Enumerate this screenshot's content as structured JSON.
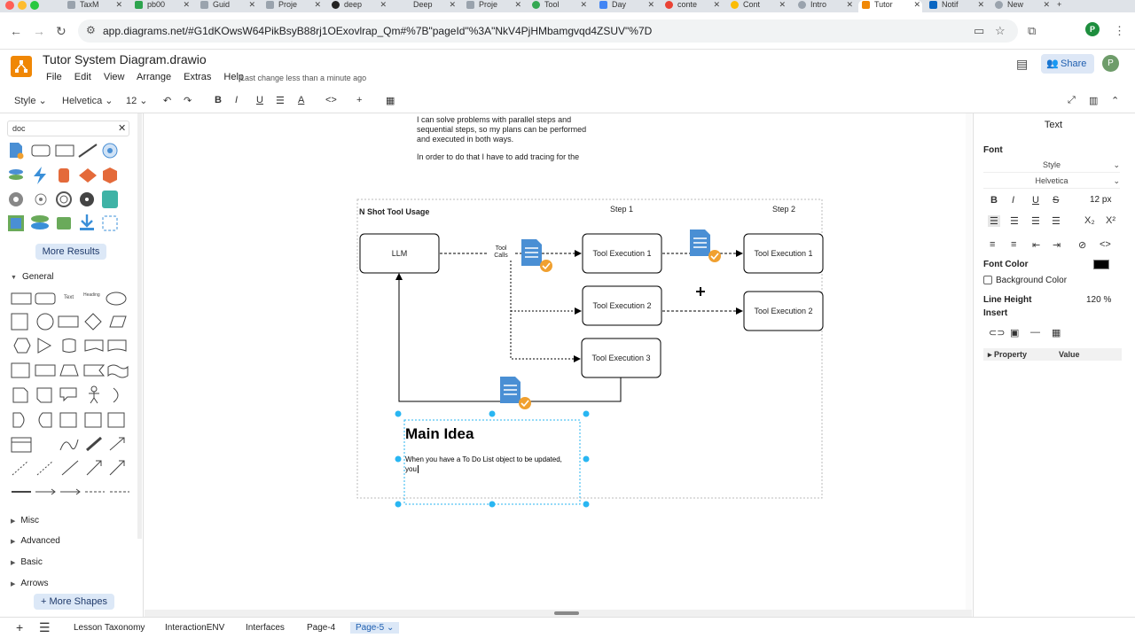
{
  "browser": {
    "tabs": [
      "TaxM",
      "pb00",
      "Guid",
      "Proje",
      "deep",
      "Deep",
      "Proje",
      "Tool",
      "Day",
      "conte",
      "Cont",
      "Intro",
      "Tutor",
      "Notif",
      "New"
    ],
    "url": "app.diagrams.net/#G1dKOwsW64PikBsyB88rj1OExovlrap_Qm#%7B\"pageId\"%3A\"NkV4PjHMbamgvqd4ZSUV\"%7D",
    "profile_initial": "P"
  },
  "app": {
    "title": "Tutor System Diagram.drawio",
    "menus": [
      "File",
      "Edit",
      "View",
      "Arrange",
      "Extras",
      "Help"
    ],
    "last_change": "Last change less than a minute ago",
    "share_label": "Share",
    "avatar_initial": "P"
  },
  "toolbar": {
    "style": "Style",
    "font": "Helvetica",
    "size": "12",
    "bold": "B",
    "italic": "I",
    "underline": "U",
    "fontcolor": "A",
    "code": "<>",
    "plus": "+"
  },
  "sidebar": {
    "search_value": "doc",
    "more_results": "More Results",
    "general": "General",
    "text_shape": "Text",
    "heading_shape": "Heading",
    "sections": [
      "Misc",
      "Advanced",
      "Basic",
      "Arrows"
    ],
    "more_shapes": "More Shapes"
  },
  "diagram": {
    "note_line1": "I can solve problems with parallel steps and",
    "note_line2": "sequential steps, so my plans can be performed",
    "note_line3": "and executed in both ways.",
    "note_line4": "In order to do that I have to add tracing for the",
    "frame_title": "N Shot Tool Usage",
    "step1": "Step 1",
    "step2": "Step 2",
    "llm": "LLM",
    "tool_calls_1": "Tool",
    "tool_calls_2": "Calls",
    "te1": "Tool Execution 1",
    "te2": "Tool Execution 2",
    "te3": "Tool Execution 3",
    "te1b": "Tool Execution 1",
    "te2b": "Tool Execution 2",
    "main_idea": "Main Idea",
    "body1": "When you have a To Do List object to be updated,",
    "body2": "you"
  },
  "rightpanel": {
    "title": "Text",
    "font": "Font",
    "style": "Style",
    "font_name": "Helvetica",
    "font_size": "12 px",
    "font_color": "Font Color",
    "background_color": "Background Color",
    "line_height": "Line Height",
    "line_height_value": "120 %",
    "insert": "Insert",
    "property": "Property",
    "value": "Value"
  },
  "pages": [
    "Lesson Taxonomy",
    "InteractionENV",
    "Interfaces",
    "Page-4",
    "Page-5"
  ],
  "colors": {
    "accent": "#1f5fb0",
    "logo": "#f08705",
    "selection": "#29b6f2",
    "doc_icon": "#4a8fd4",
    "check": "#f0a030"
  }
}
